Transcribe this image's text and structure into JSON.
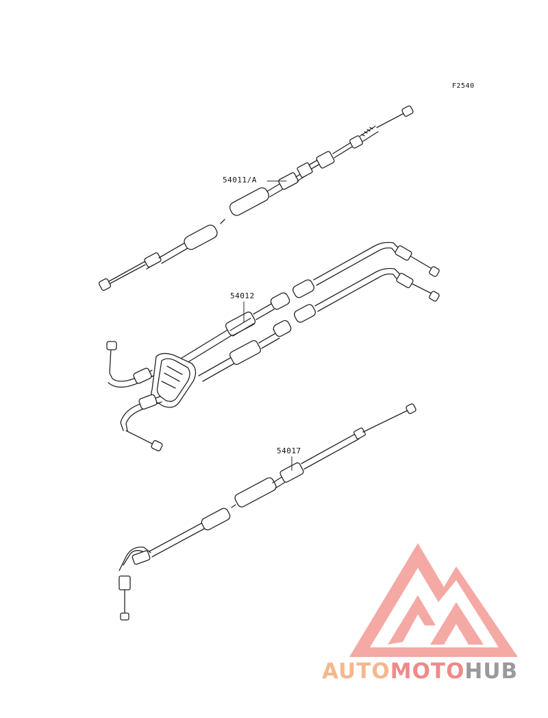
{
  "figure_code": "F2540",
  "parts": [
    {
      "label": "54011/A"
    },
    {
      "label": "54012"
    },
    {
      "label": "54017"
    }
  ],
  "watermark": {
    "part1": "AUTO",
    "part2": "MOTO",
    "part3": "HUB",
    "colors": {
      "light": "#f4b78f",
      "mid": "#ef8a8a",
      "dark": "#9a9a9a",
      "triangle": "#f29a95"
    }
  }
}
